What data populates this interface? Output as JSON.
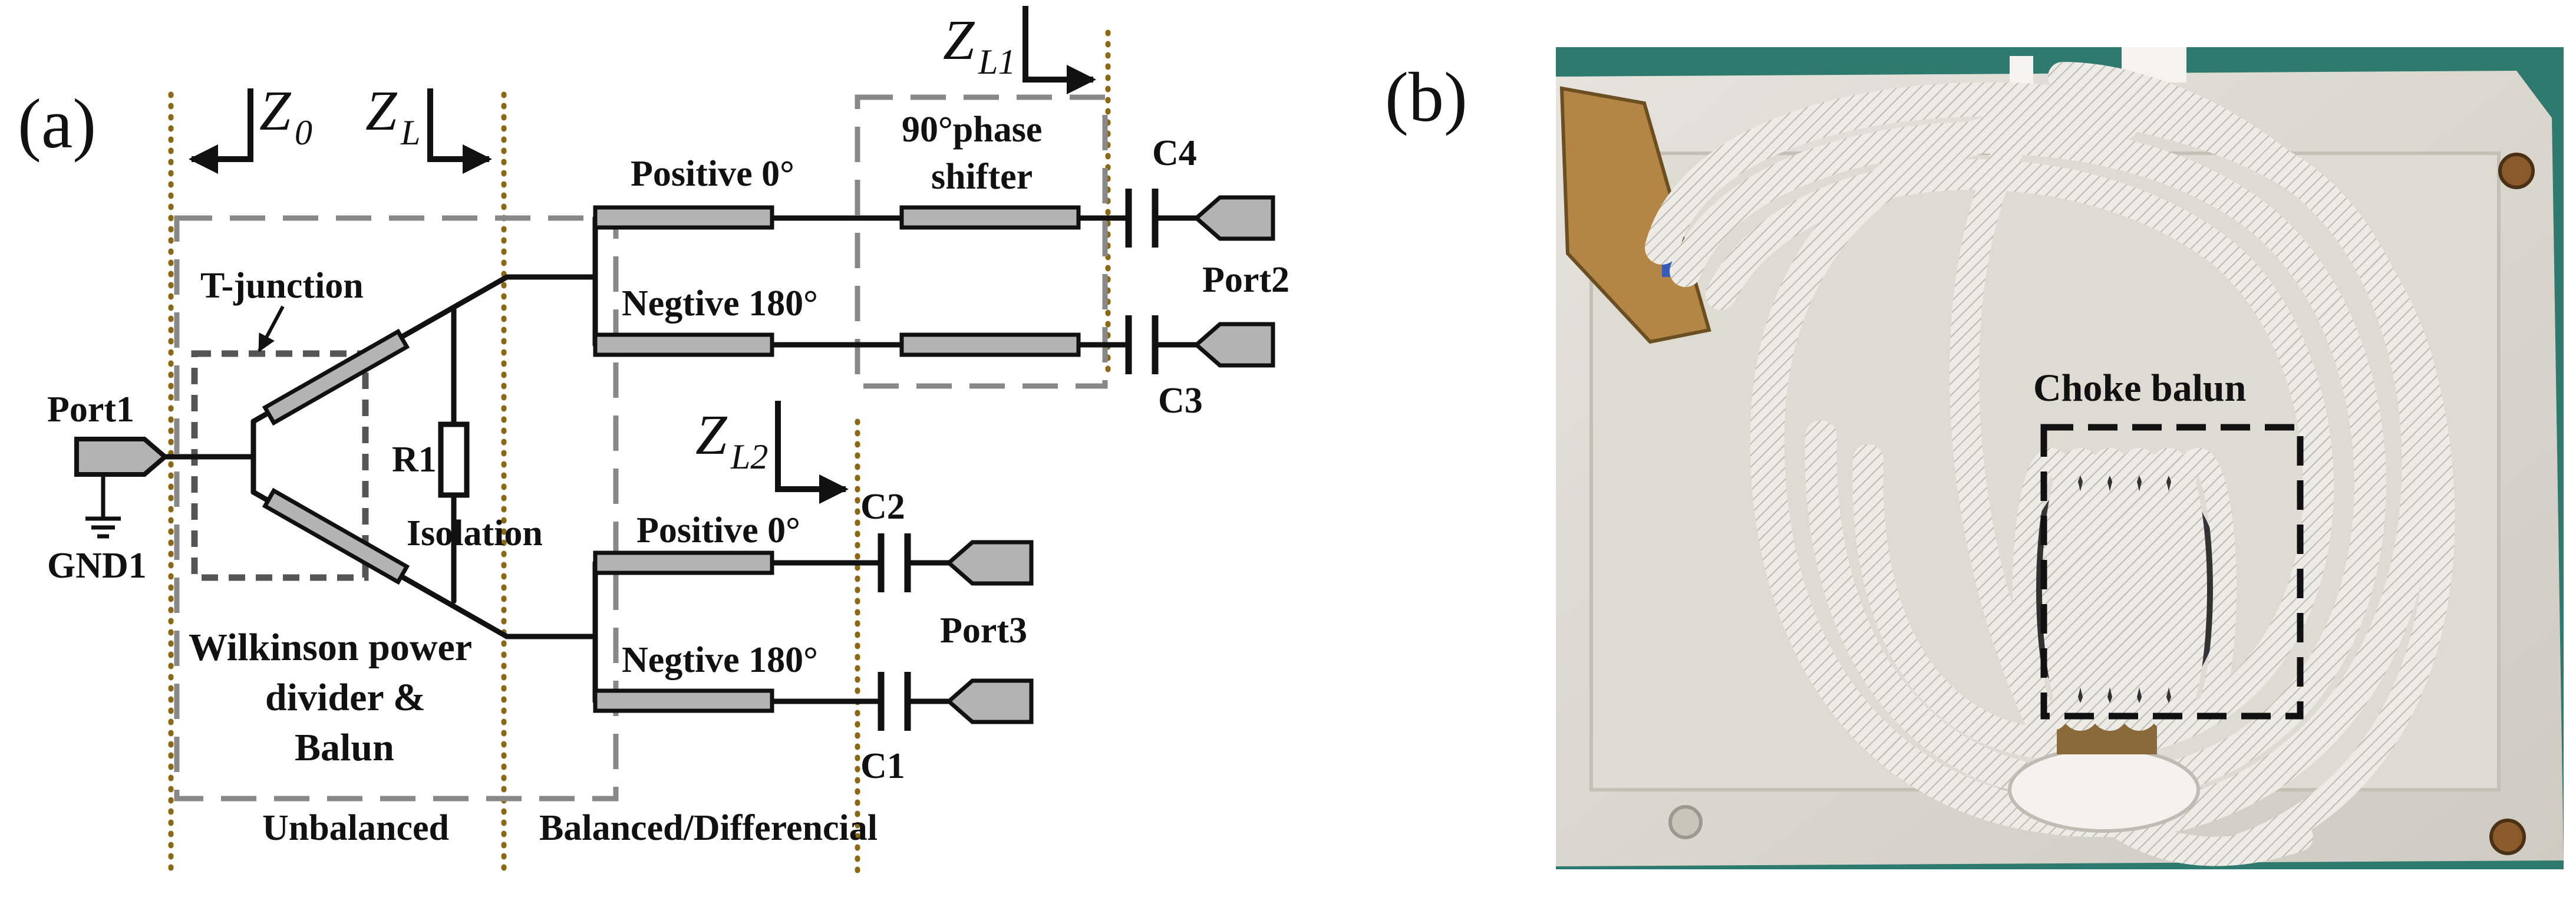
{
  "panel_a": {
    "label": "(a)",
    "z0": {
      "main": "Z",
      "sub": "0"
    },
    "zl": {
      "main": "Z",
      "sub": "L"
    },
    "zl1": {
      "main": "Z",
      "sub": "L1"
    },
    "zl2": {
      "main": "Z",
      "sub": "L2"
    },
    "t_junction": "T-junction",
    "port1": "Port1",
    "gnd1": "GND1",
    "r1": "R1",
    "isolation": "Isolation",
    "wilkinson_line1": "Wilkinson power",
    "wilkinson_line2": "divider &",
    "wilkinson_line3": "Balun",
    "unbalanced": "Unbalanced",
    "balanced": "Balanced/Differencial",
    "pos_top": "Positive 0°",
    "neg_top": "Negtive 180°",
    "pos_bot": "Positive 0°",
    "neg_bot": "Negtive 180°",
    "phase_line1": "90°phase",
    "phase_line2": "shifter",
    "c4": "C4",
    "c3": "C3",
    "c2": "C2",
    "c1": "C1",
    "port2": "Port2",
    "port3": "Port3"
  },
  "panel_b": {
    "label": "(b)",
    "choke_balun": "Choke balun"
  },
  "colors": {
    "dotted_line": "#8b6914",
    "dashed_box": "#888888",
    "component_fill": "#b3b3b3",
    "case_teal": "#2f7a6e",
    "box_interior": "#e9e7e1"
  }
}
